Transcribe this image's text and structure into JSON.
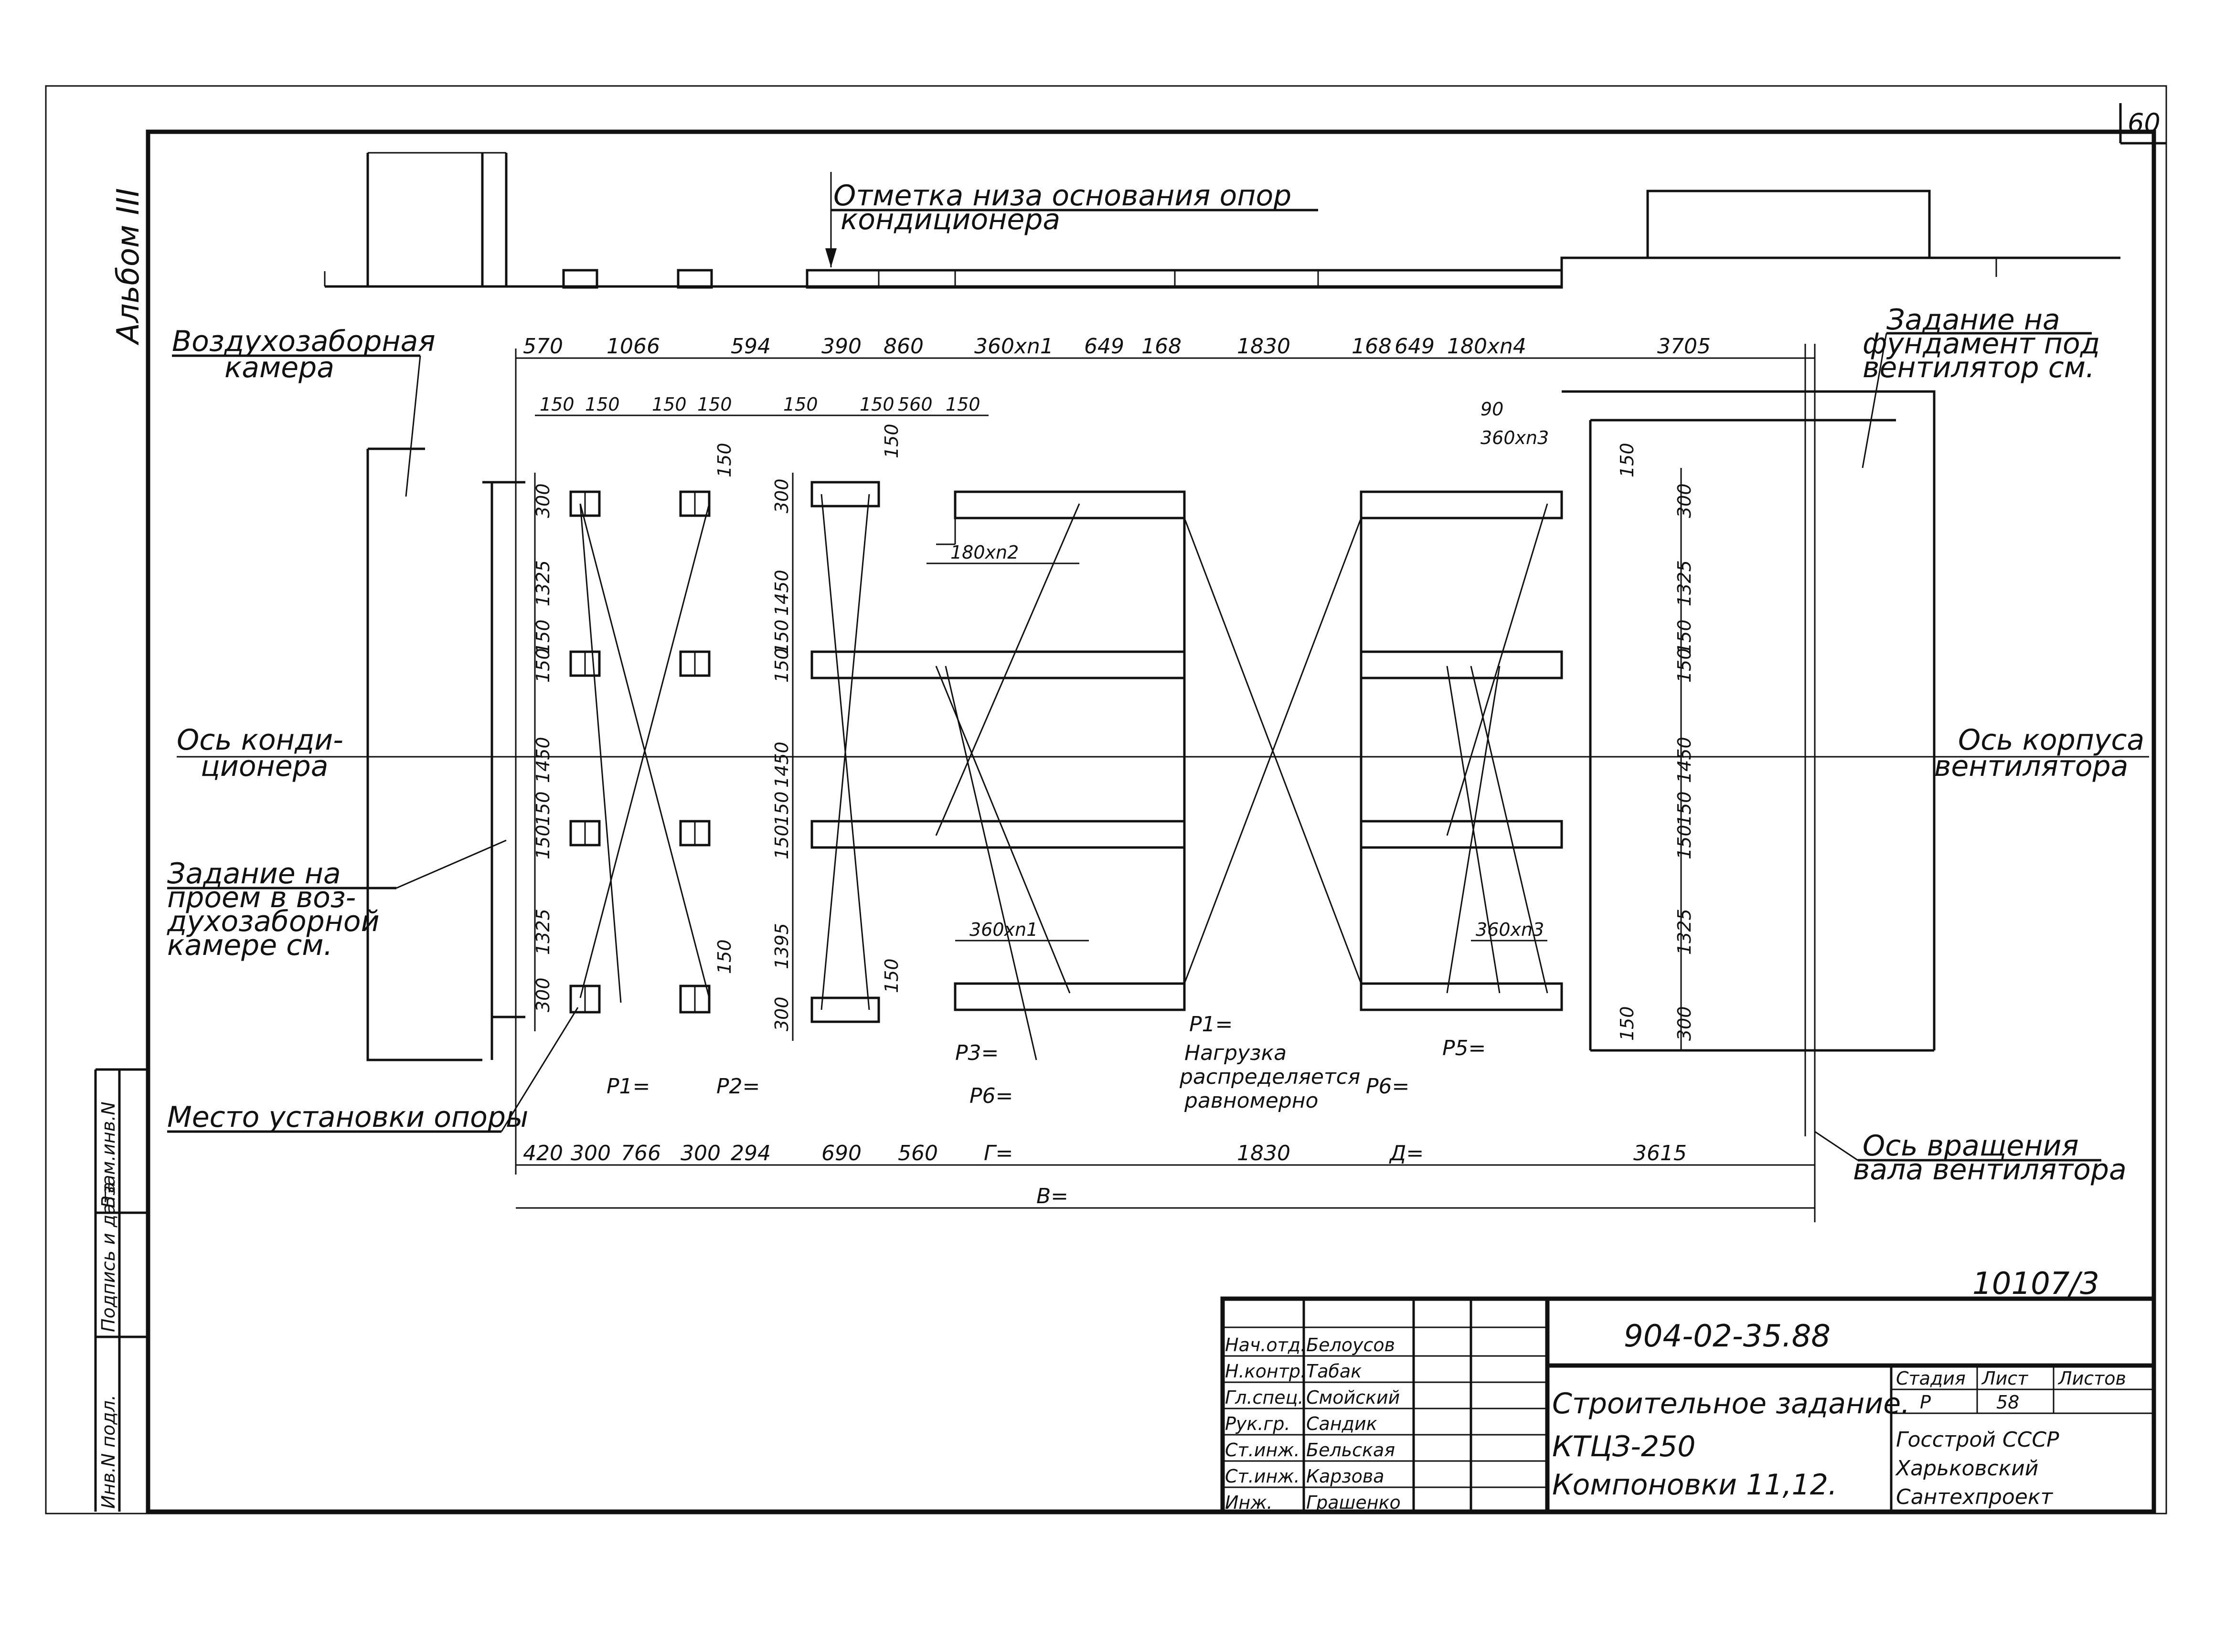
{
  "sheet_number": "60",
  "album": "Альбом III",
  "doc_code": "904-02-35.88",
  "inventory_number": "10107/3",
  "notes": {
    "base_mark": [
      "Отметка низа основания опор",
      "кондиционера"
    ],
    "air_intake": [
      "Воздухозаборная",
      "камера"
    ],
    "fan_foundation": [
      "Задание на",
      "фундамент под",
      "вентилятор см."
    ],
    "conditioner_axis": [
      "Ось конди-",
      "ционера"
    ],
    "fan_body_axis": [
      "Ось корпуса",
      "вентилятора"
    ],
    "opening_task": [
      "Задание на",
      "проем в воз-",
      "духозаборной",
      "камере см."
    ],
    "support_place": "Место установки опоры",
    "load": [
      "P1=",
      "Нагрузка",
      "распределяется",
      "равномерно"
    ],
    "fan_shaft_axis": [
      "Ось вращения",
      "вала вентилятора"
    ]
  },
  "dims_top": [
    "570",
    "1066",
    "594",
    "390",
    "860",
    "360xn1",
    "649",
    "168",
    "1830",
    "168",
    "649",
    "180xn4",
    "3705"
  ],
  "dims_top2": [
    "150",
    "150",
    "150",
    "150",
    "150",
    "150",
    "560",
    "150",
    "90",
    "360xn3"
  ],
  "dims_bottom": [
    "420",
    "300",
    "766",
    "300",
    "294",
    "690",
    "560",
    "Г=",
    "1830",
    "Д=",
    "3615"
  ],
  "dim_total": "В=",
  "dims_left": [
    "300",
    "1325",
    "150",
    "150",
    "1450",
    "150",
    "150",
    "1325",
    "300"
  ],
  "dims_mid": [
    "300",
    "1450",
    "150",
    "150",
    "1450",
    "150",
    "150",
    "1395",
    "300"
  ],
  "dims_right": [
    "300",
    "1325",
    "150",
    "150",
    "1450",
    "150",
    "150",
    "1325",
    "300"
  ],
  "small_150": [
    "150",
    "150",
    "150",
    "150",
    "150",
    "150"
  ],
  "inner_dims": [
    "180xn2",
    "360xn1",
    "360xn3"
  ],
  "loads": [
    "P1=",
    "P2=",
    "P3=",
    "P6=",
    "P6=",
    "P5="
  ],
  "stamp": {
    "roles": [
      "Нач.отд.",
      "Н.контр.",
      "Гл.спец.",
      "Рук.гр.",
      "Ст.инж.",
      "Ст.инж.",
      "Инж."
    ],
    "names": [
      "Белоусов",
      "Табак",
      "Смойский",
      "Сандик",
      "Бельская",
      "Карзова",
      "Грашенко"
    ],
    "title": [
      "Строительное задание.",
      "КТЦЗ-250",
      "Компоновки 11,12."
    ],
    "stage_label": "Стадия",
    "sheet_label": "Лист",
    "sheets_label": "Листов",
    "stage": "Р",
    "sheet": "58",
    "org": [
      "Госстрой СССР",
      "Харьковский",
      "Сантехпроект"
    ]
  },
  "side_stamp": [
    "Инв.N подл.",
    "Подпись и дата",
    "Взам.инв.N"
  ]
}
